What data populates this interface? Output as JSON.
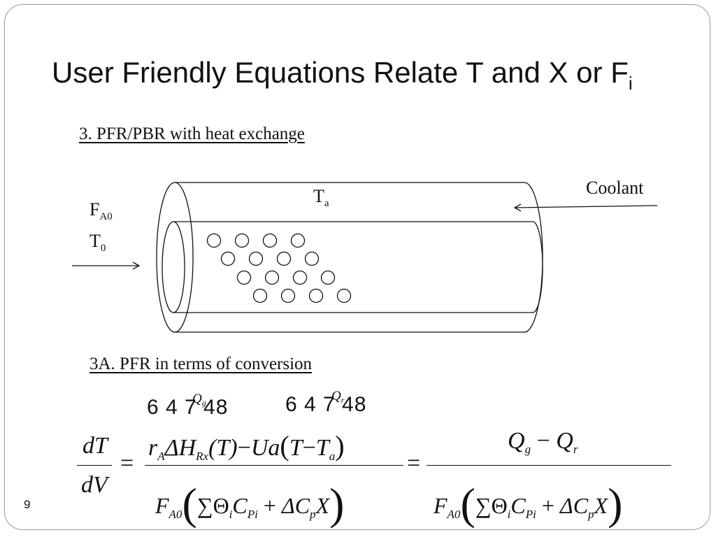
{
  "slide": {
    "title_main": "User Friendly Equations Relate T and X or F",
    "title_sub": "i",
    "heading1": "3. PFR/PBR with heat exchange",
    "heading2": "3A. PFR in terms of conversion",
    "slide_number": "9"
  },
  "diagram": {
    "coolant_label": "Coolant",
    "ta_main": "T",
    "ta_sub": "a",
    "fa0_main": "F",
    "fa0_sub": "A0",
    "t0_main": "T",
    "t0_sub": "0"
  },
  "equation": {
    "brace1": "6 4 7 48",
    "brace2": "6 4 7 48",
    "qg_label": "Q",
    "qg_sub": "g",
    "qr_label": "Q",
    "qr_sub": "r",
    "lhs_num": "dT",
    "lhs_den": "dV",
    "eq1": "=",
    "eq2": "=",
    "mid_num_rA": "r",
    "mid_num_rA_sub": "A",
    "mid_num_dH": "ΔH",
    "mid_num_dH_sub": "Rx",
    "mid_num_T": "(T)",
    "mid_num_minus": "−",
    "mid_num_Ua": "Ua",
    "mid_num_paren_open": "(",
    "mid_num_T2": "T",
    "mid_num_minus2": "−",
    "mid_num_Ta": "T",
    "mid_num_Ta_sub": "a",
    "mid_num_paren_close": ")",
    "den_F": "F",
    "den_F_sub": "A0",
    "den_sum": "∑Θ",
    "den_i": "i",
    "den_C": "C",
    "den_Pi": "Pi",
    "den_plus": "+",
    "den_dC": "ΔC",
    "den_p": "p",
    "den_X": "X",
    "right_num_Qg": "Q",
    "right_num_g": "g",
    "right_num_minus": "−",
    "right_num_Qr": "Q",
    "right_num_r": "r"
  }
}
